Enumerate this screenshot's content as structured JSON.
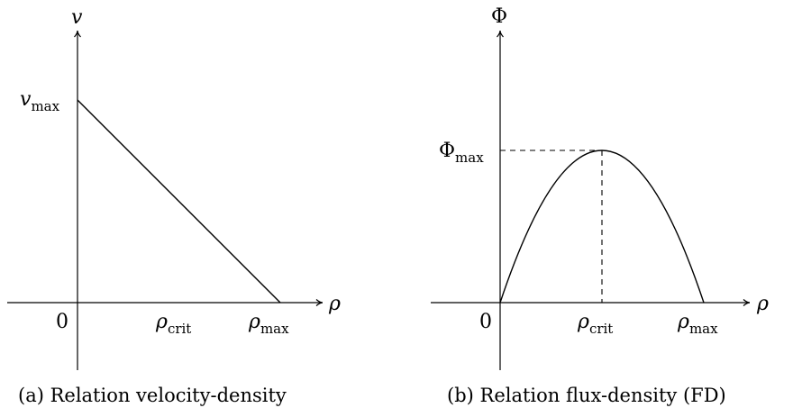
{
  "panels": [
    {
      "caption": "(a) Relation velocity-density",
      "y_axis_symbol": "v",
      "x_axis_symbol": "ρ",
      "origin_label": "0",
      "y_tick": {
        "main": "v",
        "sub": "max"
      },
      "x_ticks": [
        {
          "main": "ρ",
          "sub": "crit"
        },
        {
          "main": "ρ",
          "sub": "max"
        }
      ]
    },
    {
      "caption": "(b) Relation flux-density (FD)",
      "y_axis_symbol": "Φ",
      "x_axis_symbol": "ρ",
      "origin_label": "0",
      "y_tick": {
        "main": "Φ",
        "sub": "max"
      },
      "x_ticks": [
        {
          "main": "ρ",
          "sub": "crit"
        },
        {
          "main": "ρ",
          "sub": "max"
        }
      ]
    }
  ]
}
